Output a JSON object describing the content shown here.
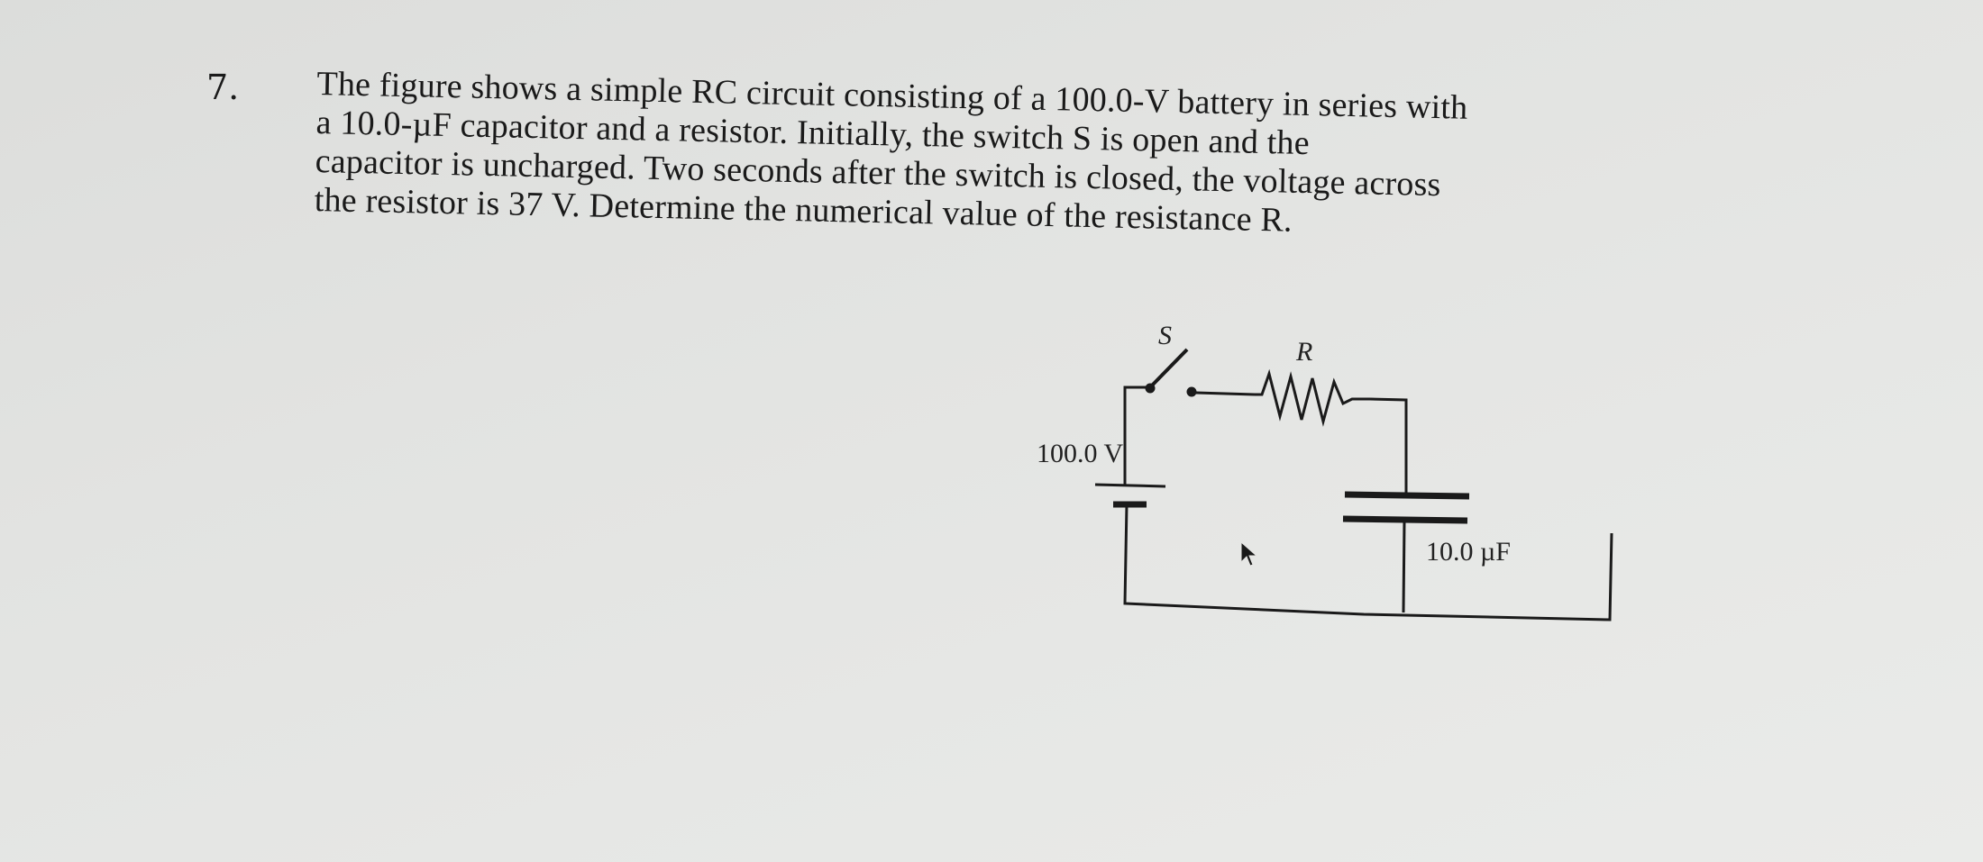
{
  "problem": {
    "number": "7.",
    "lines": [
      "The figure shows a simple RC circuit consisting of a 100.0-V battery in series with",
      "a 10.0-µF capacitor and a resistor.  Initially, the switch S is open and the",
      "capacitor is uncharged.  Two seconds after the switch is closed, the voltage across",
      "the resistor is 37 V. Determine the numerical value of the resistance R."
    ]
  },
  "circuit": {
    "switch_label": "S",
    "resistor_label": "R",
    "battery_label": "100.0 V",
    "capacitor_label": "10.0 µF",
    "components": [
      "battery-icon",
      "switch-icon",
      "resistor-icon",
      "capacitor-icon"
    ],
    "wire_color": "#1a1a1a"
  },
  "cursor": {
    "icon": "mouse-pointer-icon"
  }
}
